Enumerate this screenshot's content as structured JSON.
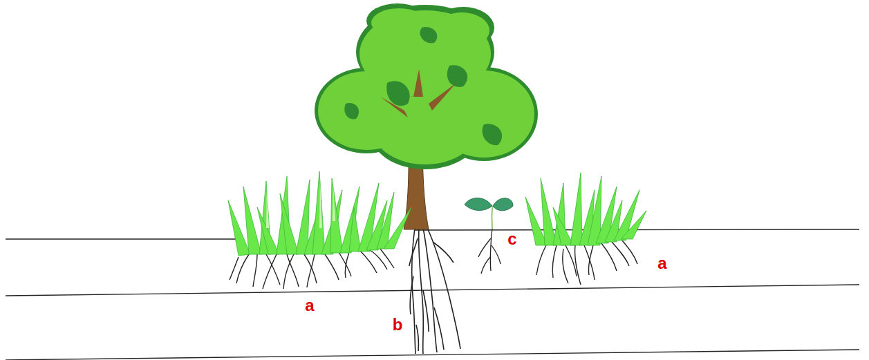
{
  "diagram": {
    "labels": [
      "c",
      "a",
      "a",
      "b"
    ]
  }
}
